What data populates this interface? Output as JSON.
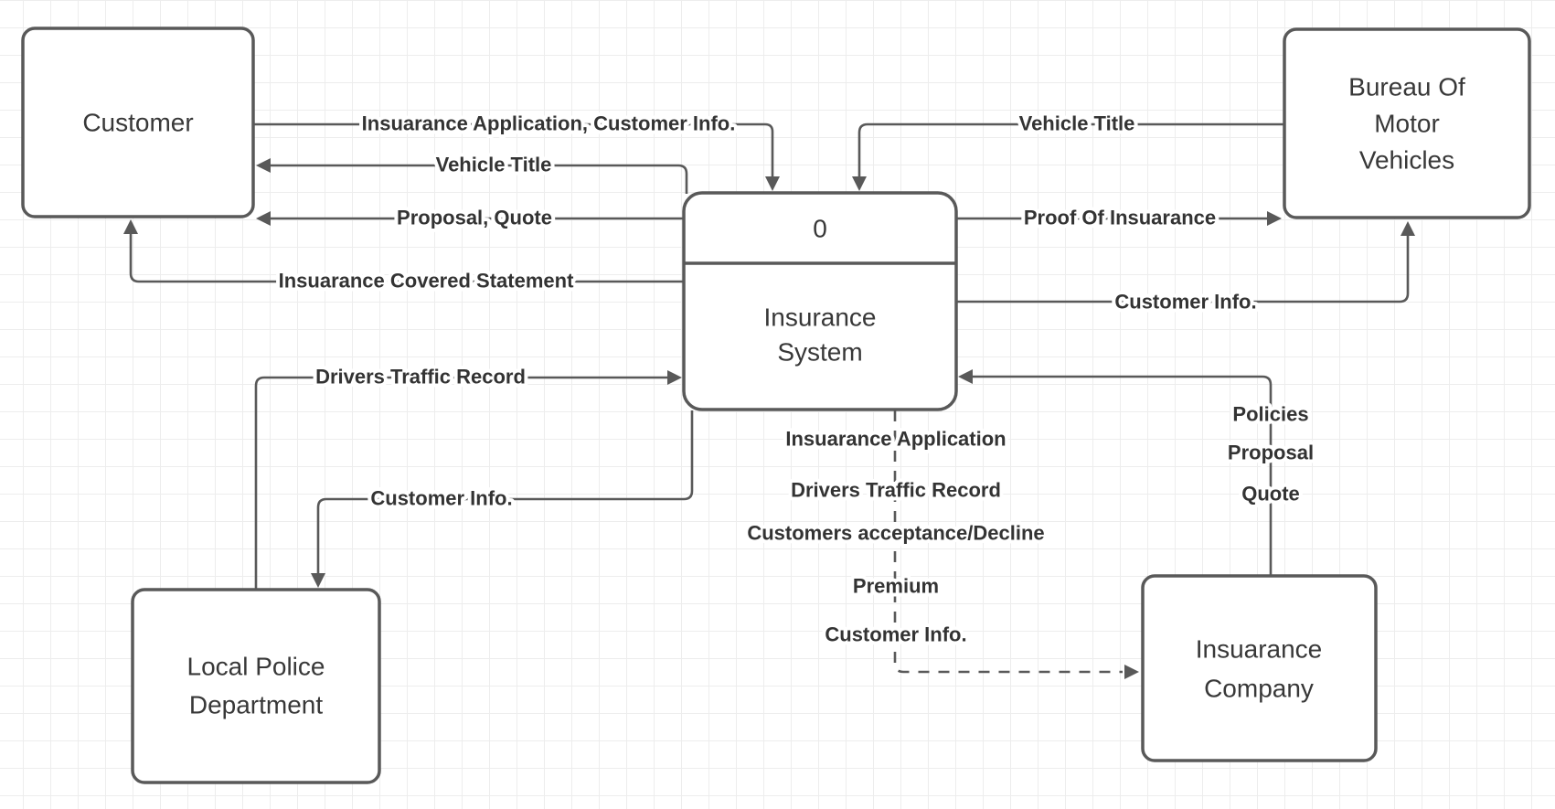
{
  "diagram": {
    "type": "data-flow-diagram",
    "colors": {
      "shape_stroke": "#595959",
      "label_text": "#333333",
      "entity_text": "#383838",
      "grid_line": "#ededed",
      "background": "#ffffff"
    },
    "entities": {
      "customer": {
        "title": "Customer"
      },
      "bureau": {
        "line1": "Bureau Of",
        "line2": "Motor",
        "line3": "Vehicles"
      },
      "police": {
        "line1": "Local Police",
        "line2": "Department"
      },
      "company": {
        "line1": "Insuarance",
        "line2": "Company"
      },
      "process": {
        "number": "0",
        "line1": "Insurance",
        "line2": "System"
      }
    },
    "flows": {
      "customer_to_system": {
        "label": "Insuarance Application, Customer Info."
      },
      "system_to_customer_title": {
        "label": "Vehicle Title"
      },
      "system_to_customer_proposal": {
        "label": "Proposal, Quote"
      },
      "system_to_customer_covered": {
        "label": "Insuarance Covered Statement"
      },
      "police_to_system": {
        "label": "Drivers Traffic Record"
      },
      "system_to_police": {
        "label": "Customer Info."
      },
      "bureau_to_system": {
        "label": "Vehicle Title"
      },
      "system_to_bureau_proof": {
        "label": "Proof Of Insuarance"
      },
      "system_to_bureau_custinfo": {
        "label": "Customer Info."
      },
      "company_to_system": {
        "line1": "Policies",
        "line2": "Proposal",
        "line3": "Quote"
      },
      "system_to_company": {
        "line1": "Insuarance Application",
        "line2": "Drivers Traffic Record",
        "line3": "Customers acceptance/Decline",
        "line4": "Premium",
        "line5": "Customer Info."
      }
    }
  }
}
